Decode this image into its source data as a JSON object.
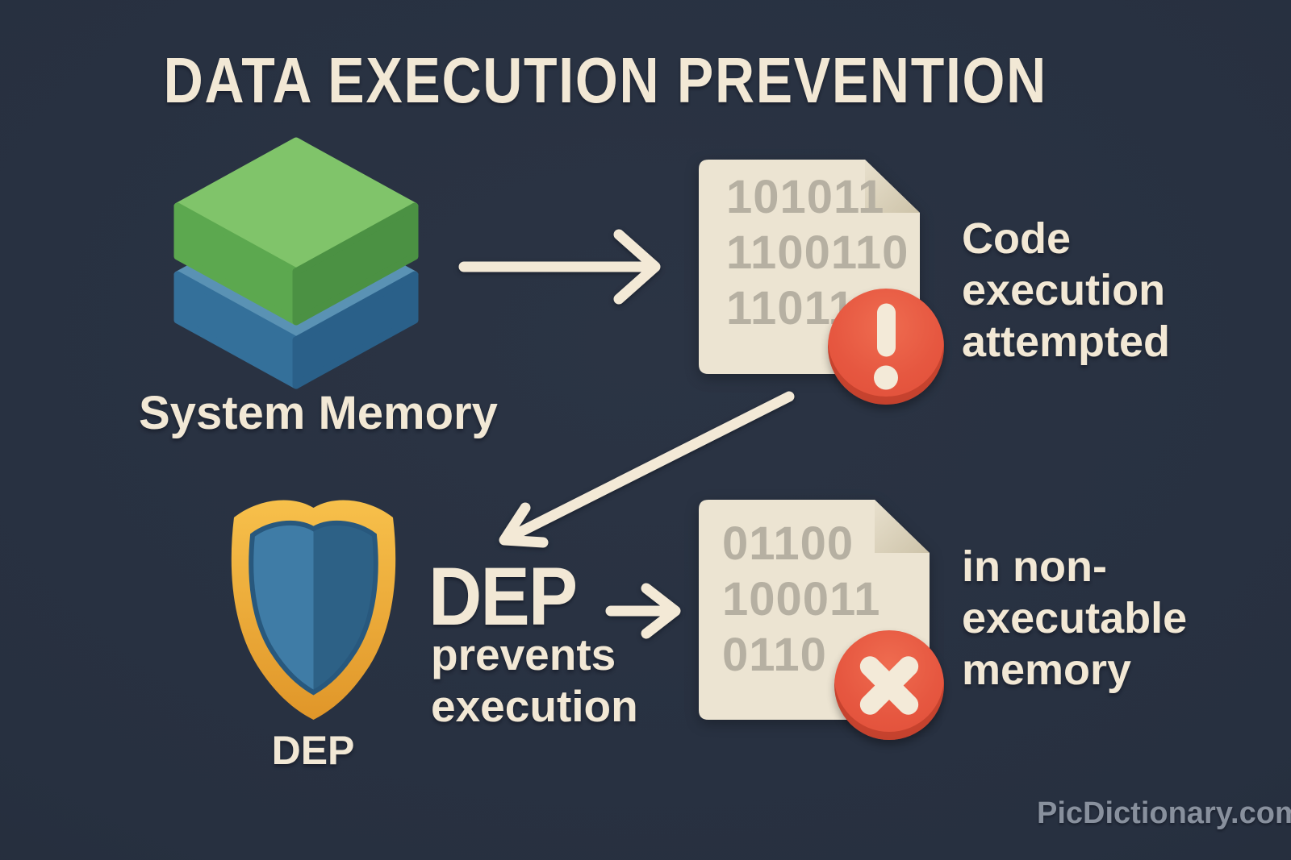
{
  "title": "DATA EXECUTION PREVENTION",
  "watermark": "PicDictionary.com",
  "colors": {
    "background": "#273040",
    "text_cream": "#f2e8d5",
    "paper": "#ece4d2",
    "paper_fold": "#d8cfb8",
    "binary_text": "#b6b0a2",
    "alert_red": "#e65740",
    "memory_green_top": "#80c46a",
    "memory_green_side": "#4b9143",
    "memory_blue_top": "#5a92b4",
    "memory_blue_side": "#2a6089",
    "shield_gold": "#f2b53d",
    "shield_blue_light": "#3f7ca6",
    "shield_blue_dark": "#2d6186",
    "watermark_gray": "#9aa1ae"
  },
  "system_memory": {
    "label": "System Memory",
    "icon": "memory-stack-icon"
  },
  "code_attempt": {
    "binary_lines": [
      "101011",
      "1100110",
      "11011"
    ],
    "caption_lines": [
      "Code",
      "execution",
      "attempted"
    ],
    "icon": "binary-document-icon",
    "badge_icon": "alert-exclamation-icon"
  },
  "dep": {
    "shield_label": "DEP",
    "headline": "DEP",
    "caption_lines": [
      "prevents",
      "execution"
    ],
    "icon": "dep-shield-icon"
  },
  "blocked": {
    "binary_lines": [
      "01100",
      "100011",
      "0110"
    ],
    "caption_lines": [
      "in non-",
      "executable",
      "memory"
    ],
    "icon": "binary-document-icon",
    "badge_icon": "blocked-x-icon"
  }
}
